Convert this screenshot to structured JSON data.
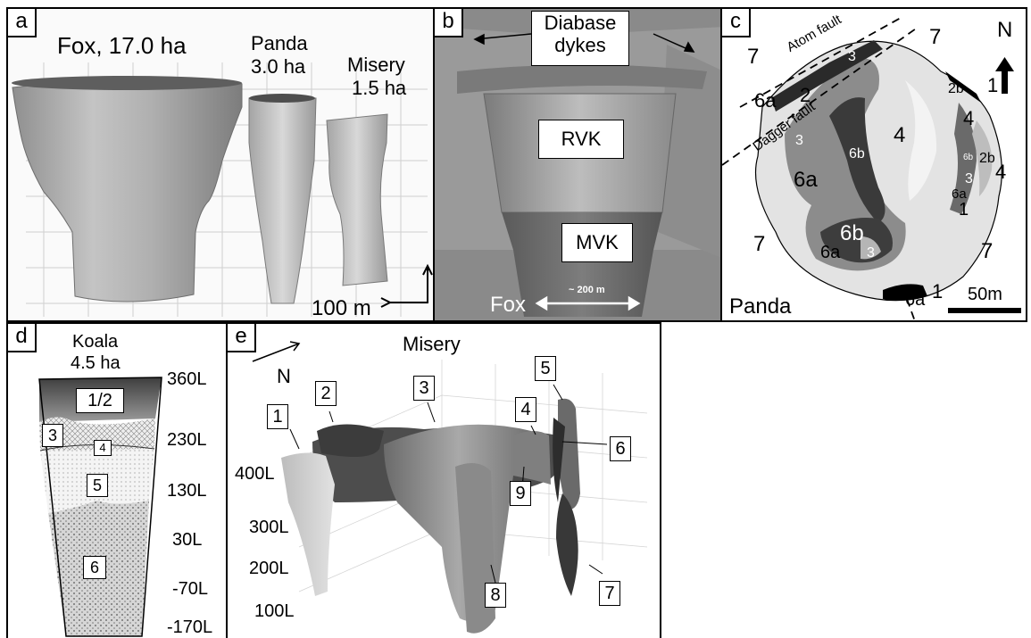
{
  "panels": {
    "a": {
      "label": "a",
      "fox": "Fox, 17.0 ha",
      "panda_name": "Panda",
      "panda_area": "3.0 ha",
      "misery_name": "Misery",
      "misery_area": "1.5 ha",
      "scale": "100 m"
    },
    "b": {
      "label": "b",
      "diabase_line1": "Diabase",
      "diabase_line2": "dykes",
      "rvk": "RVK",
      "mvk": "MVK",
      "fox": "Fox",
      "scale": "~ 200 m"
    },
    "c": {
      "label": "c",
      "north": "N",
      "atom_fault": "Atom fault",
      "dagger_fault": "Dagger fault",
      "panda": "Panda",
      "scale": "50m",
      "units": {
        "u7a": "7",
        "u7b": "7",
        "u7c": "7",
        "u7d": "7",
        "u1a": "1",
        "u1b": "1",
        "u1c": "1",
        "u2": "2",
        "u2ba": "2b",
        "u2bb": "2b",
        "u3a": "3",
        "u3b": "3",
        "u3c": "3",
        "u3d": "3",
        "u4a": "4",
        "u4b": "4",
        "u4c": "4",
        "u6a1": "6a",
        "u6a2": "6a",
        "u6a3": "6a",
        "u6a4": "6a",
        "u6a5": "6a",
        "u6b1": "6b",
        "u6b2": "6b",
        "u6b3": "6b"
      }
    },
    "d": {
      "label": "d",
      "name": "Koala",
      "area": "4.5 ha",
      "boxes": [
        "1/2",
        "3",
        "4",
        "5",
        "6"
      ],
      "levels": [
        "360L",
        "230L",
        "130L",
        "30L",
        "-70L",
        "-170L"
      ]
    },
    "e": {
      "label": "e",
      "title": "Misery",
      "north": "N",
      "boxes": [
        "1",
        "2",
        "3",
        "4",
        "5",
        "6",
        "7",
        "8",
        "9"
      ],
      "levels": [
        "400L",
        "300L",
        "200L",
        "100L"
      ]
    }
  }
}
